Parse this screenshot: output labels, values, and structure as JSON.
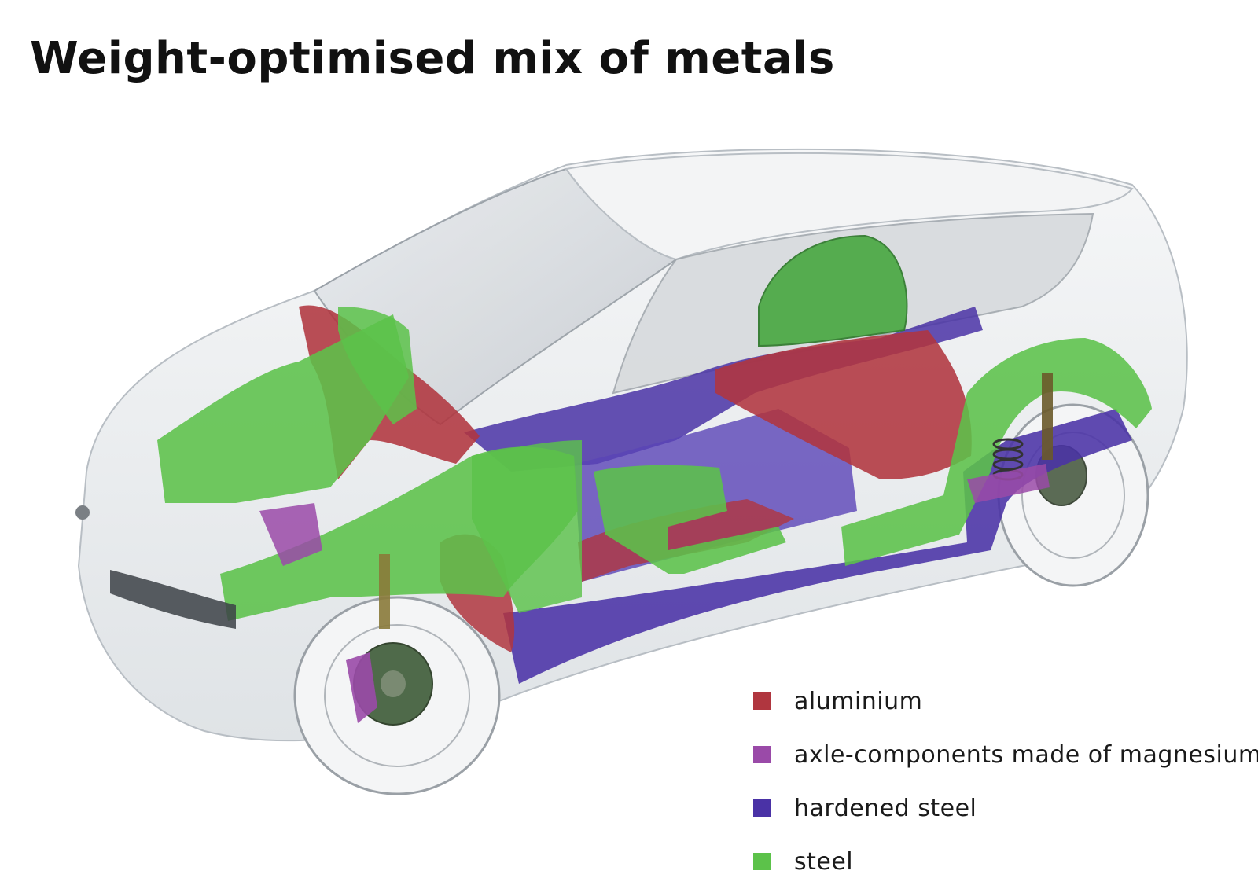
{
  "title": "Weight-optimised mix of metals",
  "legend": [
    {
      "label": "aluminium",
      "color": "#b0363f"
    },
    {
      "label": "axle-components made of magnesium",
      "color": "#9a4aa8"
    },
    {
      "label": "hardened steel",
      "color": "#4a32a6"
    },
    {
      "label": "steel",
      "color": "#5cc24a"
    }
  ]
}
